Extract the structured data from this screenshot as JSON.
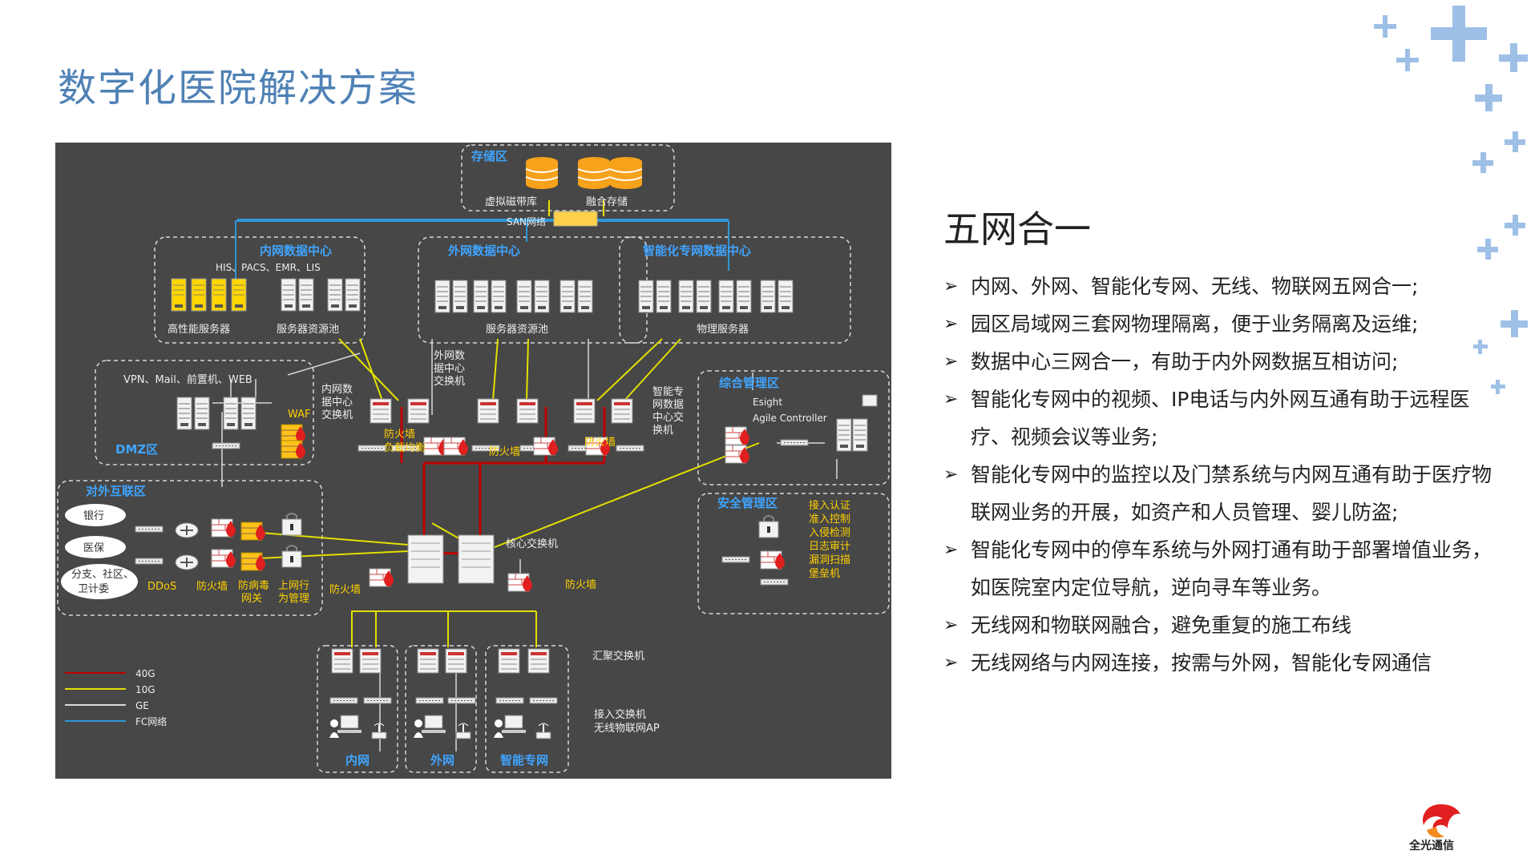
{
  "page": {
    "title": "数字化医院解决方案"
  },
  "diagram": {
    "zones": {
      "storage": "存储区",
      "intranet_dc": "内网数据中心",
      "extranet_dc": "外网数据中心",
      "smart_dc": "智能化专网数据中心",
      "dmz": "DMZ区",
      "external": "对外互联区",
      "mgmt": "综合管理区",
      "security": "安全管理区"
    },
    "labels": {
      "virtual_tape": "虚拟磁带库",
      "converged_storage": "融合存储",
      "san": "SAN网络",
      "his": "HIS、PACS、EMR、LIS",
      "hpc": "高性能服务器",
      "server_pool1": "服务器资源池",
      "server_pool2": "服务器资源池",
      "physical_servers": "物理服务器",
      "dmz_services": "VPN、Mail、前置机、WEB",
      "waf": "WAF",
      "intranet_switch": "内网数\n据中心\n交换机",
      "extranet_switch": "外网数\n据中心\n交换机",
      "smart_switch": "智能专\n网数据\n中心交\n换机",
      "fw_lb": "防火墙",
      "lb": "负载均衡",
      "fw2": "防火墙",
      "fw3": "防火墙",
      "esight": "Esight",
      "agile": "Agile Controller",
      "bank": "银行",
      "insurance": "医保",
      "branch": "分支、社区、\n卫计委",
      "ddos": "DDoS",
      "fw_ext": "防火墙",
      "antivirus": "防病毒\n网关",
      "behavior": "上网行\n为管理",
      "fw_core_left": "防火墙",
      "core_switch": "核心交换机",
      "fw_core_right": "防火墙",
      "sec_items": "接入认证\n准入控制\n入侵检测\n日志审计\n漏洞扫描\n堡垒机",
      "aggregation": "汇聚交换机",
      "access": "接入交换机\n无线物联网AP",
      "net_intranet": "内网",
      "net_extranet": "外网",
      "net_smart": "智能专网"
    },
    "legend": [
      {
        "label": "40G",
        "color": "#c00000"
      },
      {
        "label": "10G",
        "color": "#e3e000"
      },
      {
        "label": "GE",
        "color": "#d9d9d9"
      },
      {
        "label": "FC网络",
        "color": "#2f96d8"
      }
    ],
    "colors": {
      "zone_title": "#3fa4ff",
      "yellow_text": "#ffd000",
      "background": "#474747"
    }
  },
  "panel": {
    "heading": "五网合一",
    "bullets": [
      "内网、外网、智能化专网、无线、物联网五网合一;",
      "园区局域网三套网物理隔离，便于业务隔离及运维;",
      "数据中心三网合一，有助于内外网数据互相访问;",
      "智能化专网中的视频、IP电话与内外网互通有助于远程医疗、视频会议等业务;",
      "智能化专网中的监控以及门禁系统与内网互通有助于医疗物联网业务的开展，如资产和人员管理、婴儿防盗;",
      "智能化专网中的停车系统与外网打通有助于部署增值业务，如医院室内定位导航，逆向寻车等业务。",
      "无线网和物联网融合，避免重复的施工布线",
      "无线网络与内网连接，按需与外网，智能化专网通信"
    ],
    "bullet_icon": "arrow-right-icon"
  },
  "logo": {
    "text": "全光通信",
    "icon": "swirl-logo-icon"
  }
}
